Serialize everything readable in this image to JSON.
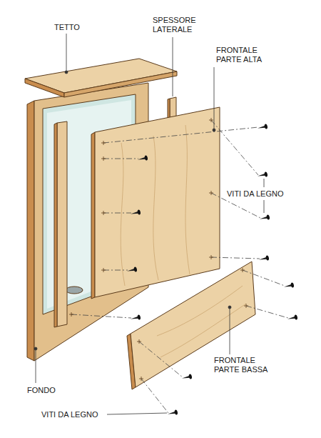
{
  "diagram": {
    "labels": [
      "TETTO",
      "SPESSORE LATERALE",
      "FRONTALE PARTE ALTA",
      "VITI DA LEGNO",
      "FONDO",
      "FRONTALE PARTE BASSA",
      "VITI DA LEGNO"
    ]
  }
}
